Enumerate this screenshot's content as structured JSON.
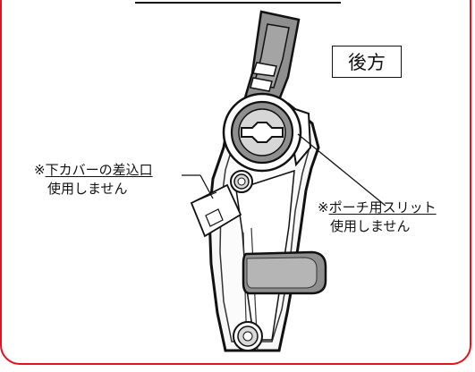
{
  "direction_label": "後方",
  "callouts": {
    "lower_cover_slot": {
      "prefix": "※",
      "title": "下カバーの差込口",
      "note": "使用しません"
    },
    "pouch_slit": {
      "prefix": "※",
      "title": "ポーチ用スリット",
      "note": "使用しません"
    }
  },
  "colors": {
    "frame_border": "#e1141e",
    "ink": "#111111",
    "strap_fill": "#8f8f8f",
    "body_fill": "#f7f7f7"
  }
}
